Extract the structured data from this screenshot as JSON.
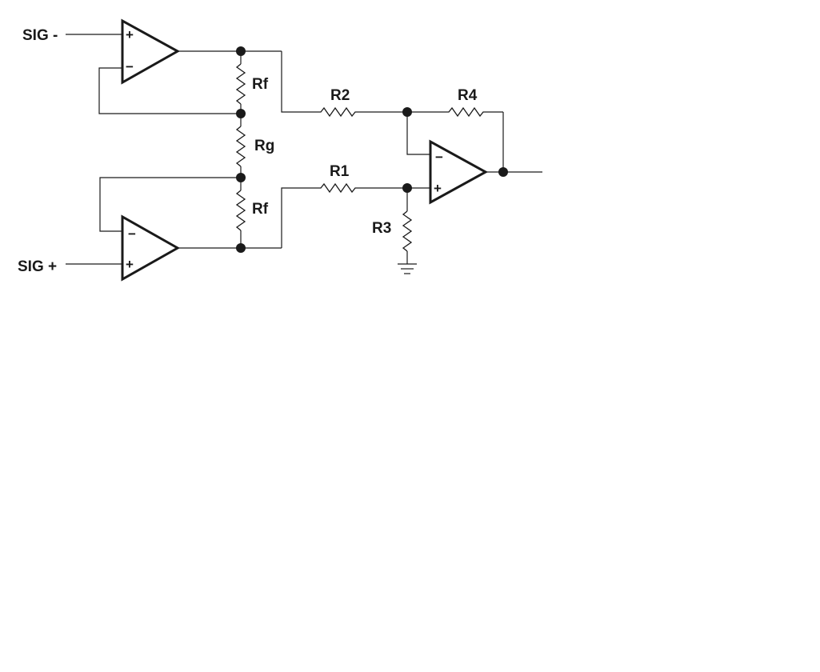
{
  "diagram": {
    "inputs": {
      "sig_minus": "SIG -",
      "sig_plus": "SIG +"
    },
    "resistors": {
      "rf_top": "Rf",
      "rg": "Rg",
      "rf_bottom": "Rf",
      "r1": "R1",
      "r2": "R2",
      "r3": "R3",
      "r4": "R4"
    },
    "opamps": {
      "top": {
        "plus": "+",
        "minus": "−"
      },
      "bottom": {
        "plus": "+",
        "minus": "−"
      },
      "output": {
        "plus": "+",
        "minus": "−"
      }
    }
  }
}
